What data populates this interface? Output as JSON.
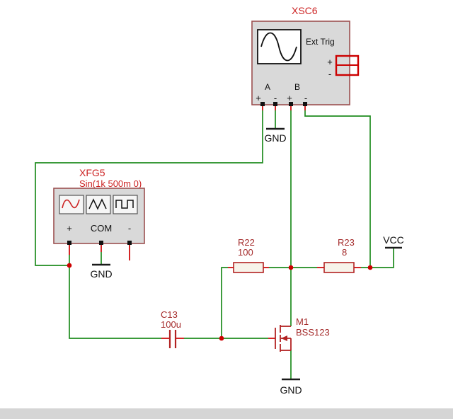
{
  "oscilloscope": {
    "ref": "XSC6",
    "ext_trig": "Ext Trig",
    "plus": "+",
    "minus": "-",
    "channel_a": "A",
    "channel_b": "B"
  },
  "function_generator": {
    "ref": "XFG5",
    "setting": "Sin(1k 500m 0)",
    "plus": "+",
    "com": "COM",
    "minus": "-"
  },
  "components": {
    "r22": {
      "ref": "R22",
      "value": "100"
    },
    "r23": {
      "ref": "R23",
      "value": "8"
    },
    "c13": {
      "ref": "C13",
      "value": "100u"
    },
    "m1": {
      "ref": "M1",
      "part": "BSS123"
    }
  },
  "power": {
    "vcc": "VCC",
    "gnd": "GND"
  },
  "colors": {
    "wire": "#1e8c1e",
    "pin": "#cc0000",
    "junction_dot": "#cc0000",
    "component_outline": "#b22222",
    "instrument_body": "#d9d9d9",
    "instrument_border": "#9c5050",
    "instrument_label": "#cc2222",
    "component_label": "#a42a2a",
    "footer_strip": "#d5d5d5"
  }
}
